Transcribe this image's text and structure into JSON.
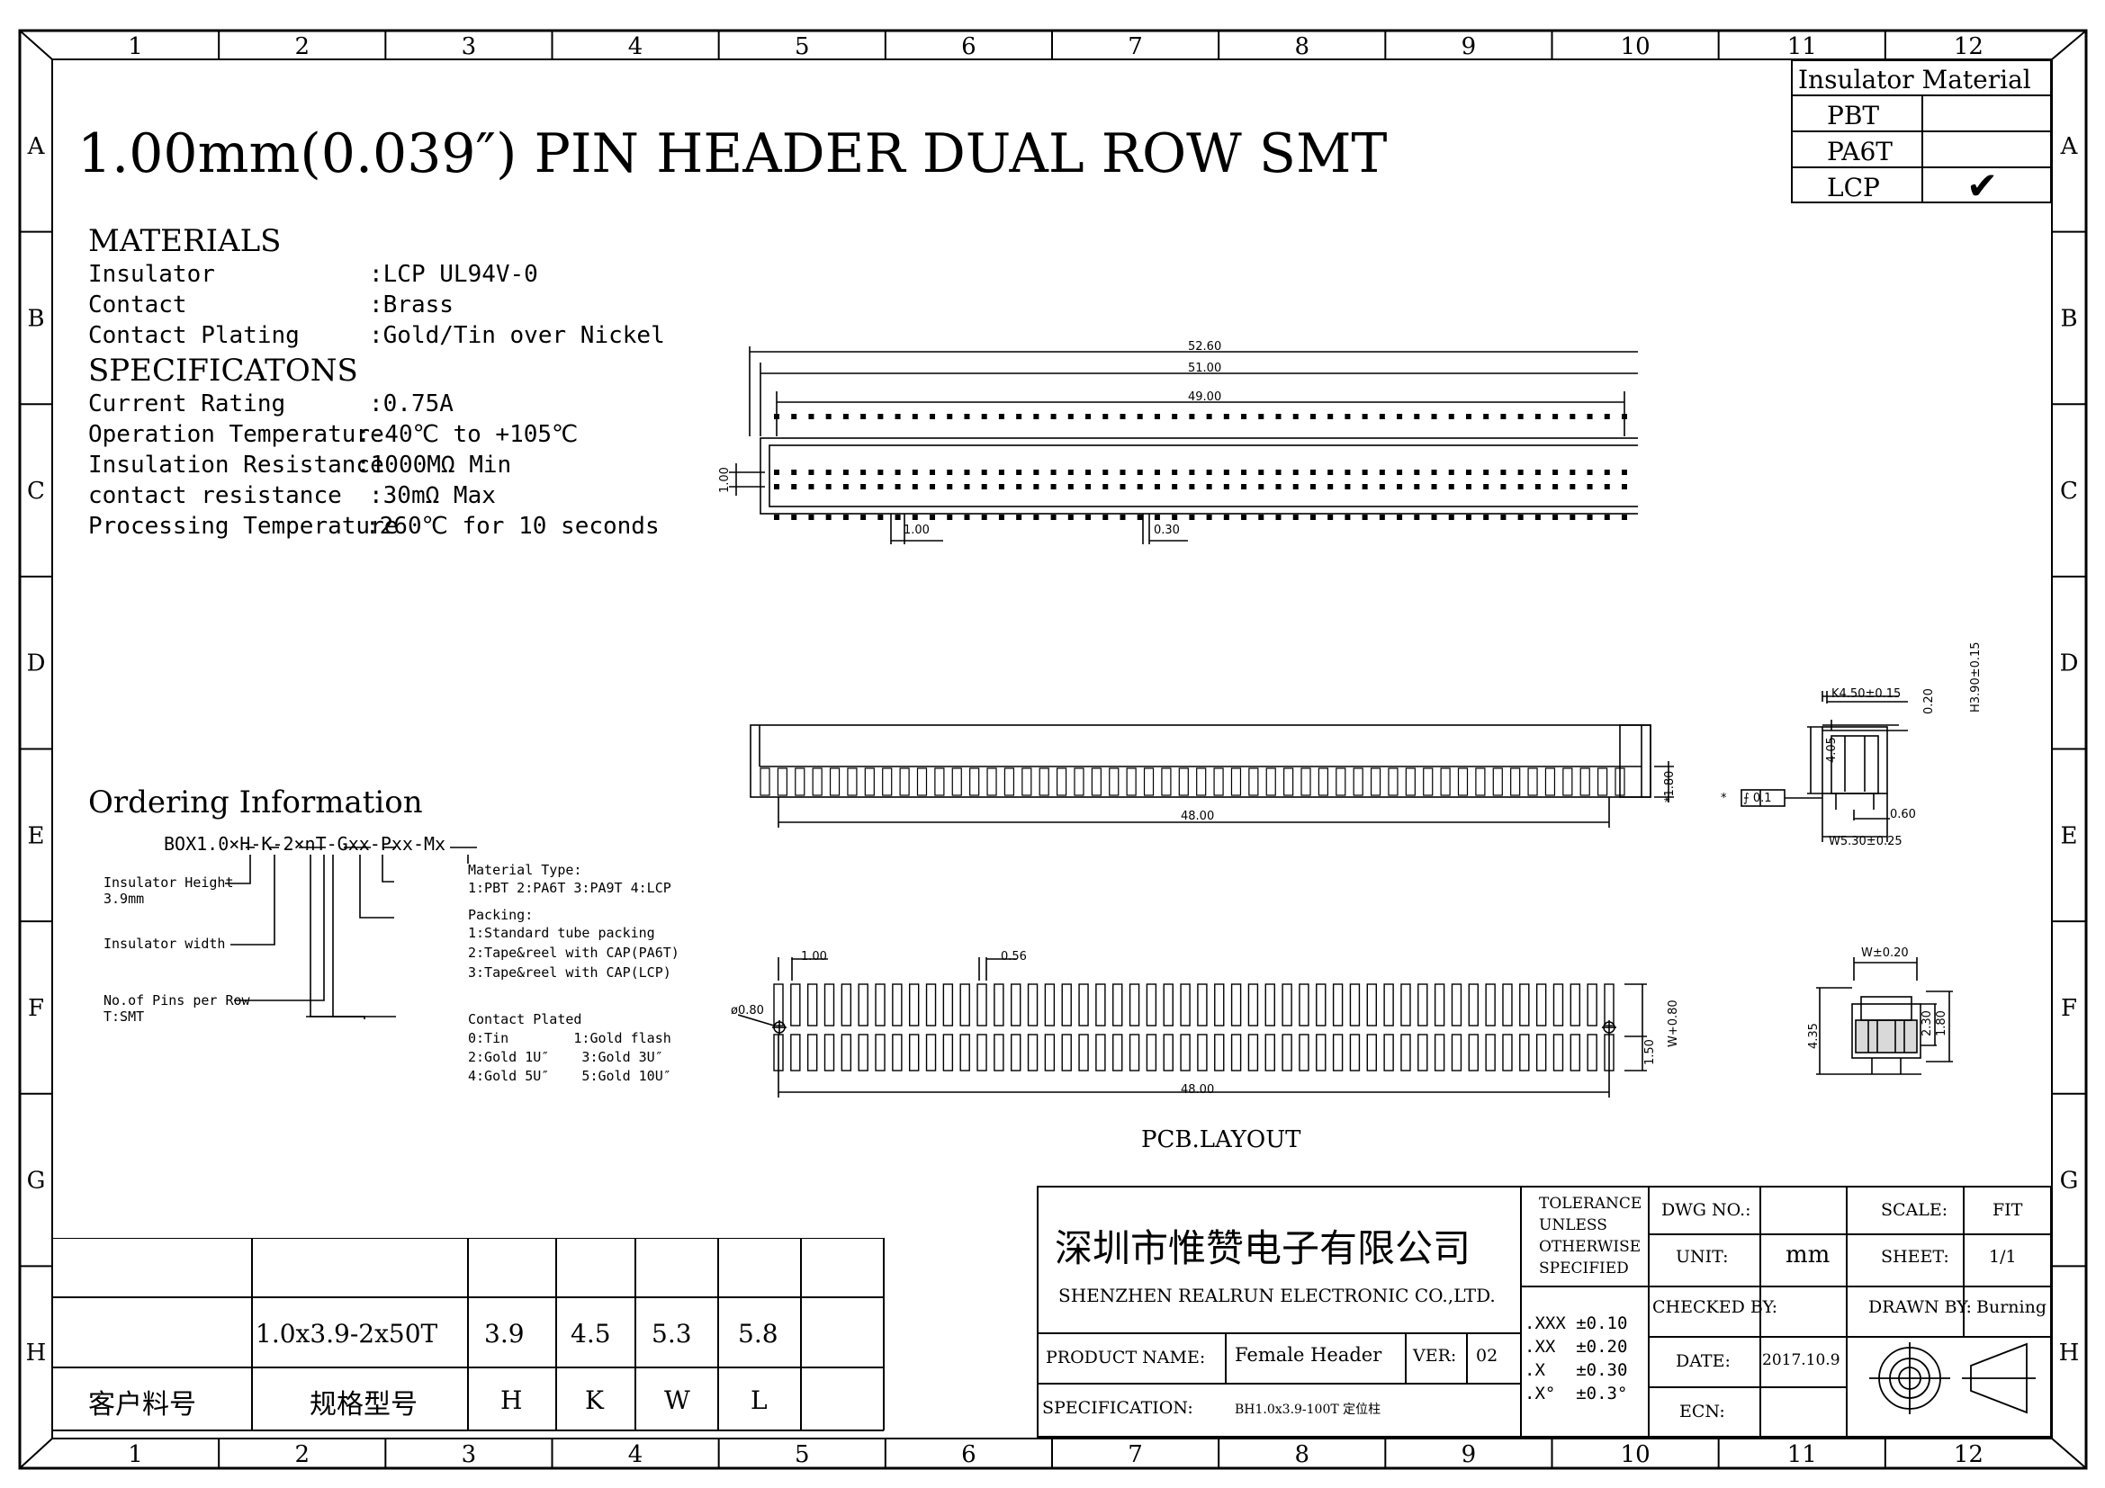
{
  "grid": {
    "columns": [
      "1",
      "2",
      "3",
      "4",
      "5",
      "6",
      "7",
      "8",
      "9",
      "10",
      "11",
      "12"
    ],
    "rows": [
      "A",
      "B",
      "C",
      "D",
      "E",
      "F",
      "G",
      "H"
    ]
  },
  "title": "1.00mm(0.039″) PIN HEADER DUAL ROW SMT",
  "insulator_material": {
    "header": "Insulator Material",
    "options": [
      {
        "name": "PBT",
        "checked": ""
      },
      {
        "name": "PA6T",
        "checked": ""
      },
      {
        "name": "LCP",
        "checked": "✔"
      }
    ]
  },
  "materials": {
    "heading": "MATERIALS",
    "rows": [
      {
        "label": "Insulator",
        "value": ":LCP UL94V-0"
      },
      {
        "label": "Contact",
        "value": ":Brass"
      },
      {
        "label": "Contact Plating",
        "value": ":Gold/Tin over Nickel"
      }
    ]
  },
  "specifications": {
    "heading": "SPECIFICATONS",
    "rows": [
      {
        "label": "Current Rating",
        "value": ":0.75A"
      },
      {
        "label": "Operation Temperature",
        "value": ":-40℃ to +105℃"
      },
      {
        "label": "Insulation Resistance",
        "value": ":1000MΩ Min"
      },
      {
        "label": "contact resistance",
        "value": ":30mΩ Max"
      },
      {
        "label": "Processing Temperature",
        "value": ":260℃ for 10 seconds"
      }
    ]
  },
  "ordering": {
    "heading": "Ordering Information",
    "code": "BOX1.0×H-K-2×nT-Gxx-Pxx-Mx",
    "insulator_height": "Insulator Height",
    "insulator_height_value": "3.9mm",
    "insulator_width": "Insulator width",
    "pins_per_row": "No.of Pins per Row",
    "pins_type": "T:SMT",
    "material_type": "Material Type:",
    "material_options": "1:PBT 2:PA6T 3:PA9T 4:LCP",
    "packing": "Packing:",
    "packing_1": "1:Standard tube packing",
    "packing_2": "2:Tape&reel with CAP(PA6T)",
    "packing_3": "3:Tape&reel with CAP(LCP)",
    "contact_plated": "Contact Plated",
    "plated_1": "0:Tin        1:Gold flash",
    "plated_2": "2:Gold 1U″    3:Gold 3U″",
    "plated_3": "4:Gold 5U″    5:Gold 10U″"
  },
  "dimensions": {
    "top_total": "52.60",
    "top_body": "51.00",
    "top_pins": "49.00",
    "row_pitch": "1.00",
    "pitch": "1.00",
    "pin_width": "0.30",
    "side_length": "48.00",
    "side_height": "*1.80",
    "end_k": "K4.50±0.15",
    "end_0_20": "0.20",
    "end_h": "H3.90±0.15",
    "end_4_05": "4.05",
    "end_flatness": "⨍ 0.1",
    "end_star": "*",
    "end_0_60": "0.60",
    "end_w": "W5.30±0.25",
    "pcb_pitch": "1.00",
    "pcb_pad": "0.56",
    "pcb_hole": "ø0.80",
    "pcb_length": "48.00",
    "pcb_w": "W+0.80",
    "pcb_1_50": "1.50",
    "pcb_label": "PCB.LAYOUT",
    "fp_w": "W±0.20",
    "fp_4_35": "4.35",
    "fp_2_30": "2.30",
    "fp_1_80": "1.80"
  },
  "spec_table": {
    "values_row": [
      "1.0x3.9-2x50T",
      "3.9",
      "4.5",
      "5.3",
      "5.8"
    ],
    "header_row": [
      "客户料号",
      "规格型号",
      "H",
      "K",
      "W",
      "L"
    ]
  },
  "title_block": {
    "company_cn": "深圳市惟赞电子有限公司",
    "company_en": "SHENZHEN REALRUN ELECTRONIC CO.,LTD.",
    "tolerance_label": "TOLERANCE\nUNLESS\nOTHERWISE\nSPECIFIED",
    "dwg_no_label": "DWG NO.:",
    "dwg_no": "",
    "scale_label": "SCALE:",
    "scale": "FIT",
    "unit_label": "UNIT:",
    "unit": "mm",
    "sheet_label": "SHEET:",
    "sheet": "1/1",
    "checked_label": "CHECKED BY:",
    "checked": "",
    "drawn_label": "DRAWN BY:",
    "drawn": "Burning",
    "product_label": "PRODUCT NAME:",
    "product": "Female Header",
    "ver_label": "VER:",
    "ver": "02",
    "tol_xxx": ".XXX ±0.10",
    "tol_xx": ".XX  ±0.20",
    "tol_x": ".X   ±0.30",
    "tol_deg": ".X°  ±0.3°",
    "date_label": "DATE:",
    "date": "2017.10.9",
    "spec_label": "SPECIFICATION:",
    "spec": "BH1.0x3.9-100T 定位柱",
    "ecn_label": "ECN:",
    "ecn": ""
  }
}
